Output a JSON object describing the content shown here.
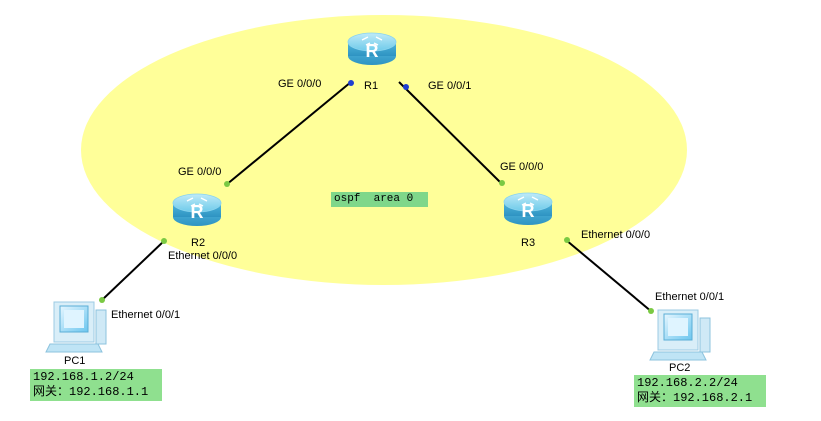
{
  "area": {
    "label": "ospf  area 0",
    "color": "#ffff99"
  },
  "routers": [
    {
      "id": "R1",
      "name": "R1"
    },
    {
      "id": "R2",
      "name": "R2"
    },
    {
      "id": "R3",
      "name": "R3"
    }
  ],
  "pcs": [
    {
      "id": "PC1",
      "name": "PC1",
      "ip": "192.168.1.2/24",
      "gateway": "网关：192.168.1.1"
    },
    {
      "id": "PC2",
      "name": "PC2",
      "ip": "192.168.2.2/24",
      "gateway": "网关：192.168.2.1"
    }
  ],
  "interfaces": {
    "r1_left": "GE 0/0/0",
    "r1_right": "GE 0/0/1",
    "r2_top": "GE 0/0/0",
    "r2_bottom": "Ethernet 0/0/0",
    "r3_top": "GE 0/0/0",
    "r3_right": "Ethernet 0/0/0",
    "pc1_port": "Ethernet 0/0/1",
    "pc2_port": "Ethernet 0/0/1"
  },
  "colors": {
    "link": "#000000",
    "port_up_green": "#7ac943",
    "port_blue": "#1f3fd1",
    "label_green": "#8fe08f",
    "router_body": "#5ec3e6"
  }
}
